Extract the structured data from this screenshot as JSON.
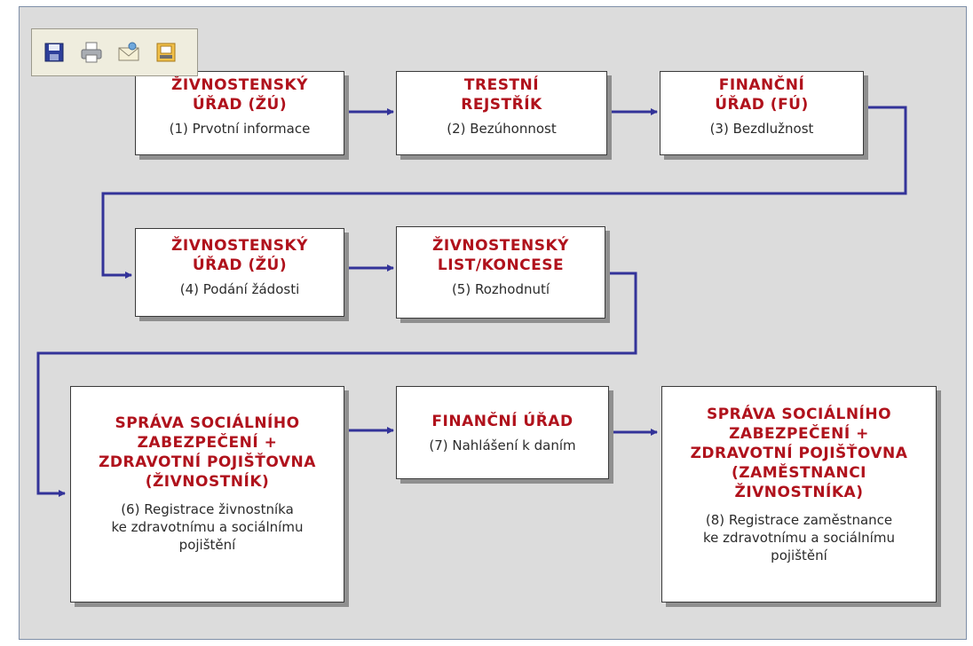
{
  "toolbar": {
    "buttons": [
      {
        "icon": "save-icon"
      },
      {
        "icon": "print-icon"
      },
      {
        "icon": "email-icon"
      },
      {
        "icon": "export-icon"
      }
    ]
  },
  "colors": {
    "title": "#b0121c",
    "arrow": "#333399",
    "canvas": "#dcdcdc"
  },
  "diagram": {
    "boxes": [
      {
        "title": "ŽIVNOSTENSKÝ\nÚŘAD (ŽÚ)",
        "desc": "(1) Prvotní informace"
      },
      {
        "title": "TRESTNÍ\nREJSTŘÍK",
        "desc": "(2) Bezúhonnost"
      },
      {
        "title": "FINANČNÍ\nÚŘAD (FÚ)",
        "desc": "(3) Bezdlužnost"
      },
      {
        "title": "ŽIVNOSTENSKÝ\nÚŘAD (ŽÚ)",
        "desc": "(4) Podání žádosti"
      },
      {
        "title": "ŽIVNOSTENSKÝ\nLIST/KONCESE",
        "desc": "(5) Rozhodnutí"
      },
      {
        "title": "SPRÁVA SOCIÁLNÍHO\nZABEZPEČENÍ +\nZDRAVOTNÍ POJIŠŤOVNA\n(ŽIVNOSTNÍK)",
        "desc": "(6) Registrace živnostníka\nke zdravotnímu a sociálnímu\npojištění"
      },
      {
        "title": "FINANČNÍ ÚŘAD",
        "desc": "(7) Nahlášení k daním"
      },
      {
        "title": "SPRÁVA SOCIÁLNÍHO\nZABEZPEČENÍ +\nZDRAVOTNÍ POJIŠŤOVNA\n(ZAMĚSTNANCI\nŽIVNOSTNÍKA)",
        "desc": "(8) Registrace zaměstnance\nke zdravotnímu a sociálnímu\npojištění"
      }
    ]
  }
}
